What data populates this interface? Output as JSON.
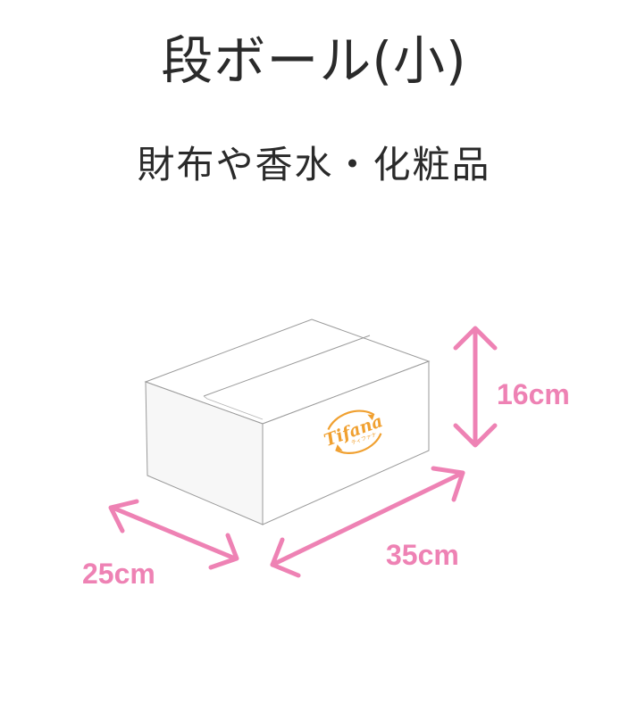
{
  "header": {
    "title": "段ボール(小)",
    "subtitle": "財布や香水・化粧品"
  },
  "box": {
    "logo_text": "Tifana",
    "logo_subtext": "ティファナ"
  },
  "dimensions": {
    "height": "16cm",
    "width": "35cm",
    "depth": "25cm"
  },
  "colors": {
    "arrow": "#ee82b4",
    "logo": "#f0a030",
    "text": "#2a2a2a"
  }
}
